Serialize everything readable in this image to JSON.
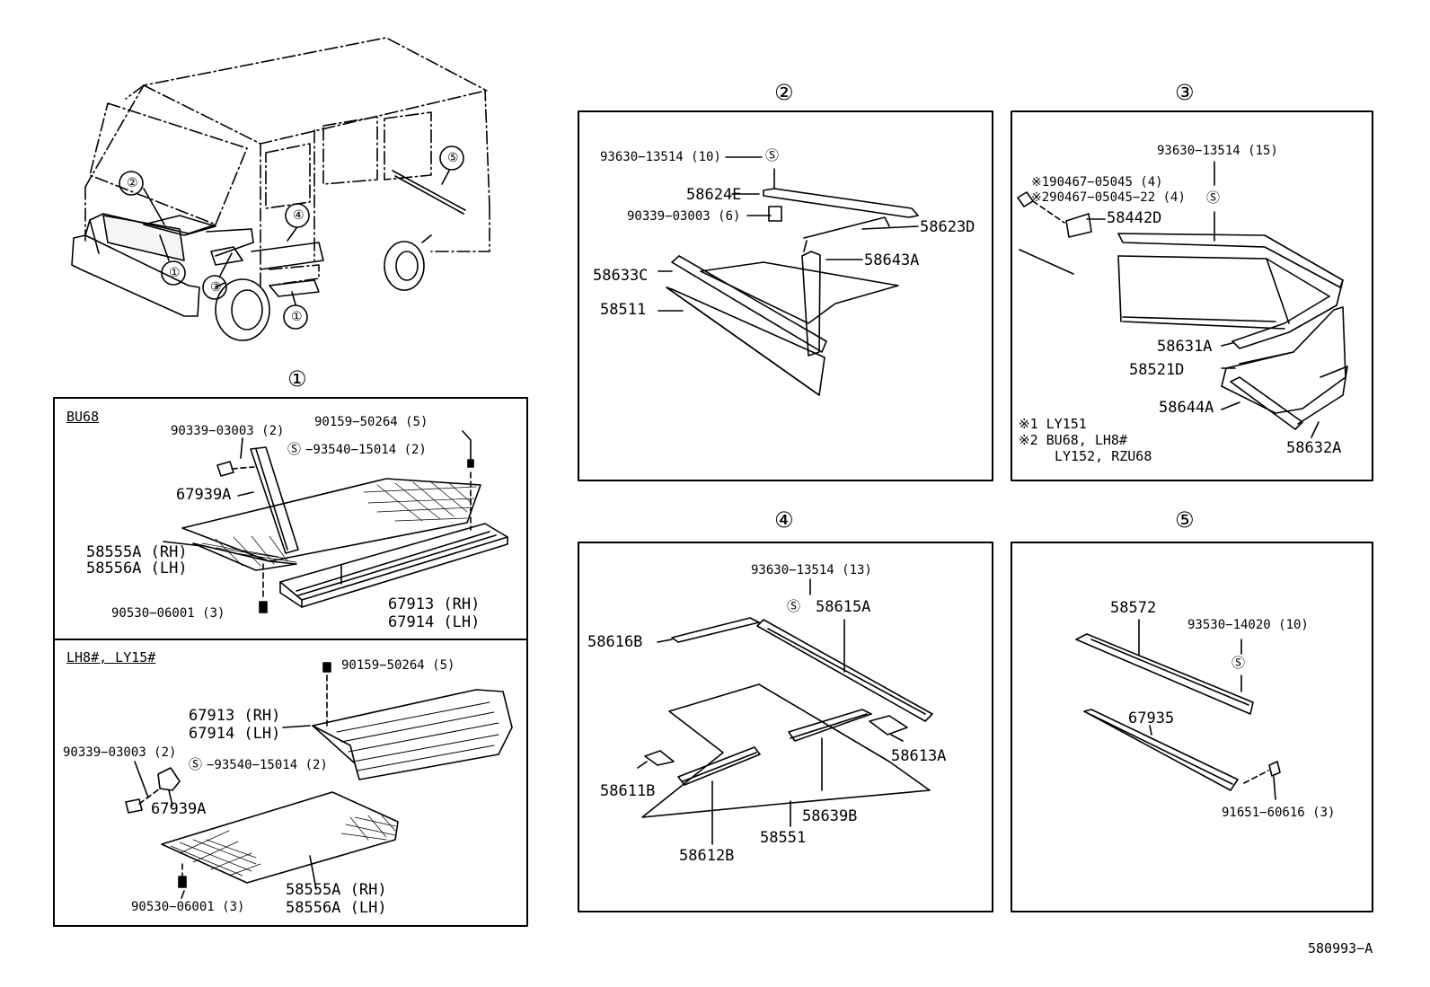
{
  "section_markers": {
    "m1": "①",
    "m2": "②",
    "m3": "③",
    "m4": "④",
    "m5": "⑤",
    "sticker": "Ⓢ"
  },
  "vehicle": {
    "c1a": "①",
    "c2": "②",
    "c3": "③",
    "c4": "④",
    "c5": "⑤",
    "c1b": "①"
  },
  "panel1": {
    "variant_a": "BU68",
    "a_l1": "90339−03003 (2)",
    "a_l2": "90159−50264 (5)",
    "a_l3": "−93540−15014 (2)",
    "a_l4": "67939A",
    "a_l5": "58555A (RH)",
    "a_l6": "58556A (LH)",
    "a_l7": "67913 (RH)",
    "a_l8": "67914 (LH)",
    "a_l9": "90530−06001 (3)",
    "variant_b": "LH8#, LY15#",
    "b_l1": "90159−50264 (5)",
    "b_l2": "67913 (RH)",
    "b_l3": "67914 (LH)",
    "b_l4": "90339−03003 (2)",
    "b_l5": "−93540−15014 (2)",
    "b_l6": "67939A",
    "b_l7": "58555A (RH)",
    "b_l8": "58556A (LH)",
    "b_l9": "90530−06001 (3)"
  },
  "panel2": {
    "l1": "93630−13514 (10)",
    "l2": "58624E",
    "l3": "90339−03003 (6)",
    "l4": "58623D",
    "l5": "58633C",
    "l6": "58643A",
    "l7": "58511"
  },
  "panel3": {
    "l1": "93630−13514 (15)",
    "l2": "※190467−05045 (4)",
    "l3": "※290467−05045−22 (4)",
    "l4": "58442D",
    "l5": "58631A",
    "l6": "58521D",
    "l7": "58644A",
    "l8": "58632A",
    "n1": "※1  LY151",
    "n2": "※2  BU68, LH8#",
    "n3": "LY152, RZU68"
  },
  "panel4": {
    "l1": "93630−13514 (13)",
    "l2": "58615A",
    "l3": "58616B",
    "l4": "58613A",
    "l5": "58611B",
    "l6": "58639B",
    "l7": "58551",
    "l8": "58612B"
  },
  "panel5": {
    "l1": "58572",
    "l2": "93530−14020 (10)",
    "l3": "67935",
    "l4": "91651−60616 (3)"
  },
  "footer": {
    "code": "580993−A"
  }
}
